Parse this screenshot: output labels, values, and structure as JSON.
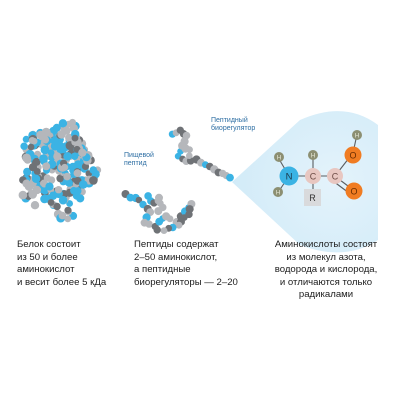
{
  "colors": {
    "aquamarine": "#3bb3e4",
    "grey_light": "#b5b7bb",
    "grey_dark": "#6f7276",
    "beam": "#e6f4fb",
    "nitrogen": "#3bb3e4",
    "carbon": "#e8c7c1",
    "oxygen": "#f07c22",
    "hydrogen": "#8c8f72",
    "radical_box": "#d9dadc"
  },
  "labels": {
    "food_peptide": [
      "Пищевой",
      "пептид"
    ],
    "bioregulator": [
      "Пептидный",
      "биорегулятор"
    ]
  },
  "molecule": {
    "N": "N",
    "C": "C",
    "O": "O",
    "H": "H",
    "R": "R"
  },
  "captions": {
    "protein": [
      "Белок состоит",
      "из 50 и более",
      "аминокислот",
      "и весит более 5 кДа"
    ],
    "peptides": [
      "Пептиды содержат",
      "2–50 аминокислот,",
      "а пептидные",
      "биорегуляторы — 2–20"
    ],
    "amino_acids": [
      "Аминокислоты состоят",
      "из молекул азота,",
      "водорода и кислорода,",
      "и отличаются только",
      "радикалами"
    ]
  }
}
